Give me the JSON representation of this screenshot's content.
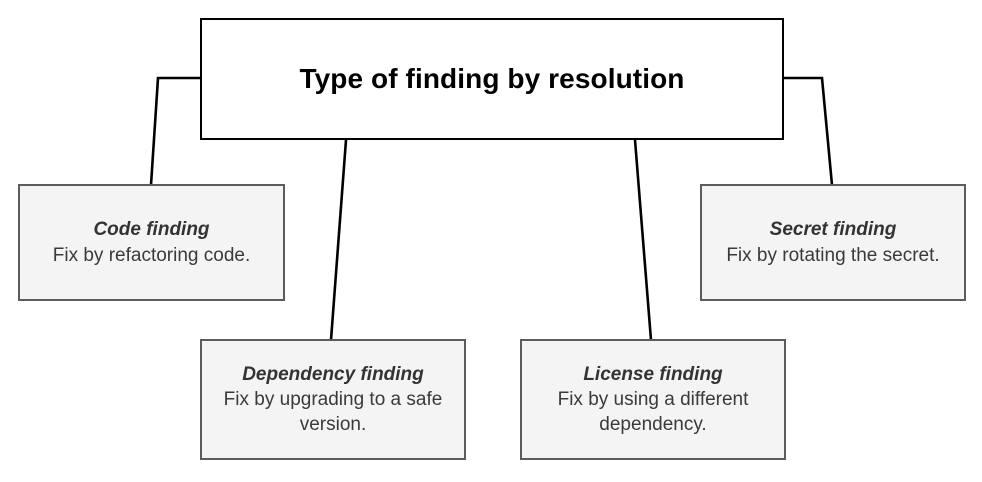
{
  "diagram": {
    "type": "tree-hierarchy",
    "root": {
      "title": "Type of finding by resolution"
    },
    "nodes": [
      {
        "id": "code",
        "title": "Code finding",
        "description": "Fix by refactoring code."
      },
      {
        "id": "dependency",
        "title": "Dependency finding",
        "description": "Fix by upgrading to a safe version."
      },
      {
        "id": "license",
        "title": "License finding",
        "description": "Fix by using a different dependency."
      },
      {
        "id": "secret",
        "title": "Secret finding",
        "description": "Fix by rotating the secret."
      }
    ],
    "colors": {
      "background": "#ffffff",
      "root_fill": "#ffffff",
      "root_border": "#000000",
      "root_text": "#000000",
      "leaf_fill": "#f4f4f4",
      "leaf_border": "#5c5c5c",
      "leaf_text": "#333333",
      "edge": "#000000"
    }
  }
}
